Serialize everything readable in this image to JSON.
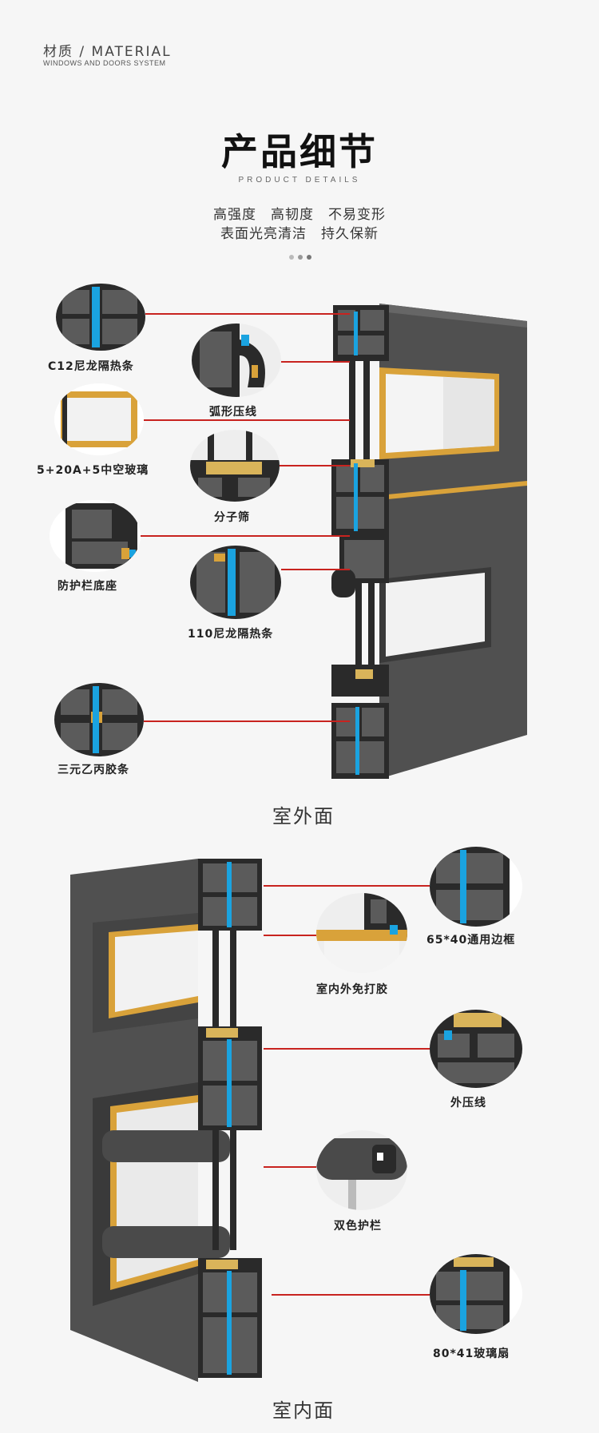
{
  "header": {
    "material_cn": "材质 / MATERIAL",
    "material_en": "WINDOWS AND DOORS SYSTEM"
  },
  "title": {
    "main": "产品细节",
    "sub": "PRODUCT DETAILS"
  },
  "taglines": [
    "高强度　高韧度　不易变形",
    "表面光亮清洁　持久保新"
  ],
  "outdoor": {
    "section_label": "室外面",
    "details": [
      {
        "label": "C12尼龙隔热条",
        "icon": "thermal-break-strip-icon"
      },
      {
        "label": "弧形压线",
        "icon": "curved-glazing-bead-icon"
      },
      {
        "label": "5+20A+5中空玻璃",
        "icon": "insulated-glass-icon"
      },
      {
        "label": "分子筛",
        "icon": "molecular-sieve-icon"
      },
      {
        "label": "防护栏底座",
        "icon": "guardrail-base-icon"
      },
      {
        "label": "110尼龙隔热条",
        "icon": "nylon-strip-icon"
      },
      {
        "label": "三元乙丙胶条",
        "icon": "epdm-seal-icon"
      }
    ]
  },
  "indoor": {
    "section_label": "室内面",
    "details": [
      {
        "label": "65*40通用边框",
        "icon": "frame-profile-icon"
      },
      {
        "label": "室内外免打胶",
        "icon": "glue-free-icon"
      },
      {
        "label": "外压线",
        "icon": "outer-bead-icon"
      },
      {
        "label": "双色护栏",
        "icon": "two-tone-guardrail-icon"
      },
      {
        "label": "80*41玻璃扇",
        "icon": "glass-sash-icon"
      }
    ]
  },
  "colors": {
    "accent_line": "#c8231f",
    "frame_dark": "#4a4a4a",
    "gold": "#e3a32b",
    "thermal_blue": "#1aa3e0"
  }
}
